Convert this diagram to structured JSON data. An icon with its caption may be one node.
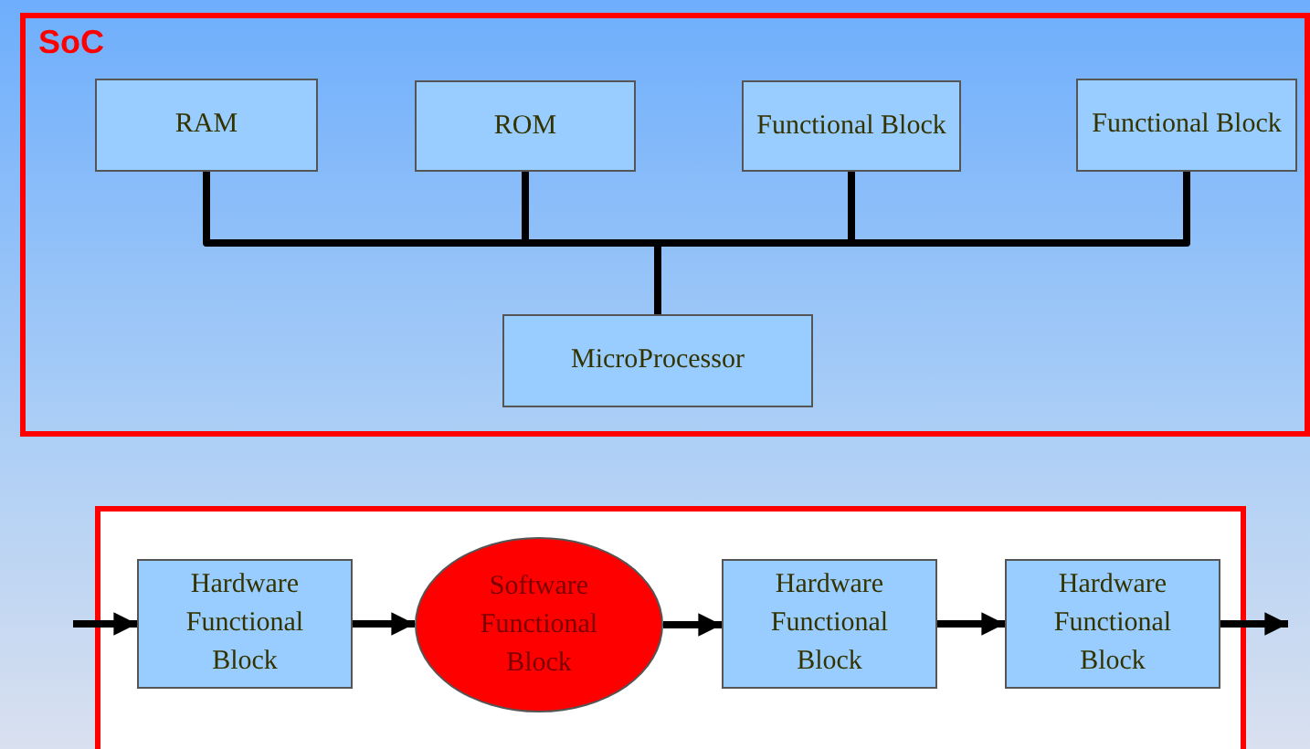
{
  "diagram": {
    "nodes": [
      {
        "text": [
          "SoC"
        ]
      },
      {
        "text": [
          "RAM"
        ],
        "in": 0
      },
      {
        "text": [
          "ROM"
        ],
        "in": 0
      },
      {
        "text": [
          "Functional Block"
        ],
        "in": 0
      },
      {
        "text": [
          "Functional Block"
        ],
        "in": 0
      },
      {
        "text": [
          "MicroProcessor"
        ],
        "in": 0
      },
      {
        "text": [],
        "shape": "box"
      },
      {
        "text": [
          "Hardware Functional Block"
        ],
        "in": 6
      },
      {
        "text": [
          "Software Functional Block"
        ],
        "in": 6
      },
      {
        "text": [
          "Hardware Functional Block"
        ],
        "in": 6
      },
      {
        "text": [
          "Hardware Functional Block"
        ],
        "in": 6
      }
    ],
    "edges": [
      {
        "from": 1,
        "to": 5,
        "arrow": "none"
      },
      {
        "from": 2,
        "to": 5,
        "arrow": "none"
      },
      {
        "from": 3,
        "to": 5,
        "arrow": "none"
      },
      {
        "from": 4,
        "to": 5,
        "arrow": "none"
      },
      {
        "from": null,
        "to": 7,
        "arrow": "to"
      },
      {
        "from": 7,
        "to": 8,
        "arrow": "to"
      },
      {
        "from": 8,
        "to": 9,
        "arrow": "to"
      },
      {
        "from": 9,
        "to": 10,
        "arrow": "to"
      },
      {
        "from": 10,
        "to": null,
        "arrow": "to"
      }
    ]
  }
}
